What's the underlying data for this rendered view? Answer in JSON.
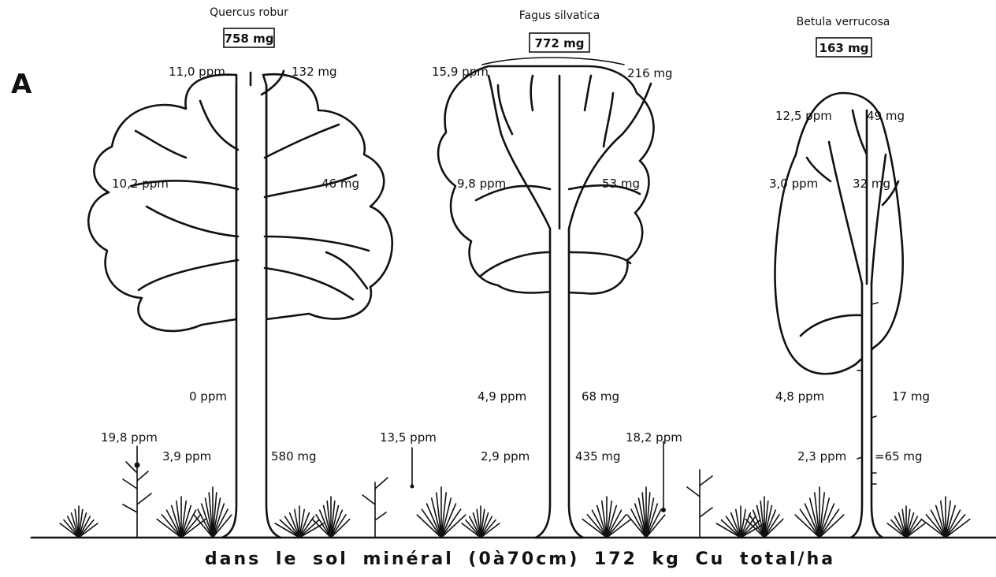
{
  "panel_letter": "A",
  "trees": [
    {
      "species": "Quercus robur",
      "total": "758 mg",
      "crown_top": {
        "ppm": "11,0 ppm",
        "mg": "132 mg"
      },
      "crown_mid": {
        "ppm": "10,2 ppm",
        "mg": "46 mg"
      },
      "trunk_upper": {
        "ppm": "0 ppm"
      },
      "trunk_lower": {
        "ppm": "3,9 ppm",
        "mg": "580 mg"
      }
    },
    {
      "species": "Fagus silvatica",
      "total": "772 mg",
      "crown_top": {
        "ppm": "15,9 ppm",
        "mg": "216 mg"
      },
      "crown_mid": {
        "ppm": "9,8 ppm",
        "mg": "53 mg"
      },
      "trunk_upper": {
        "ppm": "4,9 ppm",
        "mg": "68 mg"
      },
      "trunk_lower": {
        "ppm": "2,9 ppm",
        "mg": "435 mg"
      }
    },
    {
      "species": "Betula verrucosa",
      "total": "163 mg",
      "crown_top": {
        "ppm": "12,5 ppm",
        "mg": "49 mg"
      },
      "crown_mid": {
        "ppm": "3,0 ppm",
        "mg": "32 mg"
      },
      "trunk_upper": {
        "ppm": "4,8 ppm",
        "mg": "17 mg"
      },
      "trunk_lower": {
        "ppm": "2,3 ppm",
        "mg": "=65 mg"
      }
    }
  ],
  "ground_vegetation": [
    {
      "ppm": "19,8 ppm"
    },
    {
      "ppm": "13,5 ppm"
    },
    {
      "ppm": "18,2 ppm"
    }
  ],
  "footer": "dans le sol minéral (0à70cm) 172 kg Cu total/ha"
}
